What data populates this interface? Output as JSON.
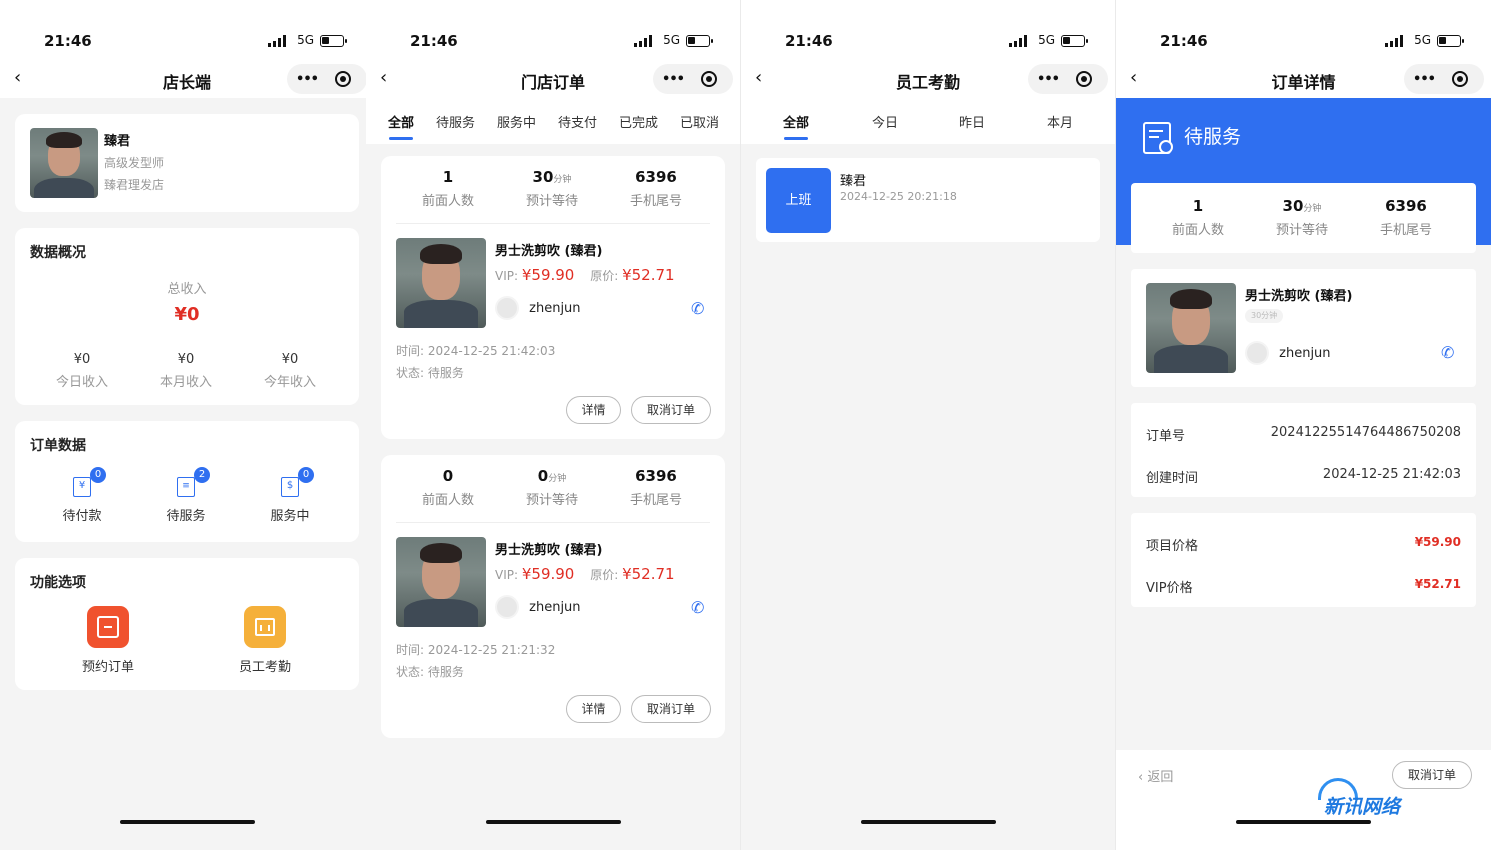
{
  "status": {
    "time": "21:46",
    "network": "5G"
  },
  "screen1": {
    "title": "店长端",
    "profile": {
      "name": "臻君",
      "role": "高级发型师",
      "shop": "臻君理发店"
    },
    "overview": {
      "title": "数据概况",
      "total_label": "总收入",
      "total_value": "¥0",
      "items": [
        {
          "value": "¥0",
          "label": "今日收入"
        },
        {
          "value": "¥0",
          "label": "本月收入"
        },
        {
          "value": "¥0",
          "label": "今年收入"
        }
      ]
    },
    "orders": {
      "title": "订单数据",
      "items": [
        {
          "label": "待付款",
          "badge": "0"
        },
        {
          "label": "待服务",
          "badge": "2"
        },
        {
          "label": "服务中",
          "badge": "0"
        }
      ]
    },
    "functions": {
      "title": "功能选项",
      "items": [
        {
          "label": "预约订单",
          "color": "#f0522e"
        },
        {
          "label": "员工考勤",
          "color": "#f5b03a"
        }
      ]
    }
  },
  "screen2": {
    "title": "门店订单",
    "tabs": [
      "全部",
      "待服务",
      "服务中",
      "待支付",
      "已完成",
      "已取消"
    ],
    "orders": [
      {
        "ahead": "1",
        "ahead_label": "前面人数",
        "wait": "30",
        "wait_unit": "分钟",
        "wait_label": "预计等待",
        "phone_tail": "6396",
        "phone_label": "手机尾号",
        "service": "男士洗剪吹 (臻君)",
        "vip_label": "VIP:",
        "vip_price": "¥59.90",
        "orig_label": "原价:",
        "orig_price": "¥52.71",
        "user": "zhenjun",
        "time_label": "时间:",
        "time": "2024-12-25 21:42:03",
        "status_label": "状态:",
        "status": "待服务",
        "detail_btn": "详情",
        "cancel_btn": "取消订单"
      },
      {
        "ahead": "0",
        "ahead_label": "前面人数",
        "wait": "0",
        "wait_unit": "分钟",
        "wait_label": "预计等待",
        "phone_tail": "6396",
        "phone_label": "手机尾号",
        "service": "男士洗剪吹 (臻君)",
        "vip_label": "VIP:",
        "vip_price": "¥59.90",
        "orig_label": "原价:",
        "orig_price": "¥52.71",
        "user": "zhenjun",
        "time_label": "时间:",
        "time": "2024-12-25 21:21:32",
        "status_label": "状态:",
        "status": "待服务",
        "detail_btn": "详情",
        "cancel_btn": "取消订单"
      }
    ]
  },
  "screen3": {
    "title": "员工考勤",
    "tabs": [
      "全部",
      "今日",
      "昨日",
      "本月"
    ],
    "record": {
      "badge": "上班",
      "name": "臻君",
      "time": "2024-12-25 20:21:18"
    }
  },
  "screen4": {
    "title": "订单详情",
    "banner": "待服务",
    "stats": {
      "ahead": "1",
      "ahead_label": "前面人数",
      "wait": "30",
      "wait_unit": "分钟",
      "wait_label": "预计等待",
      "phone_tail": "6396",
      "phone_label": "手机尾号"
    },
    "service": "男士洗剪吹 (臻君)",
    "duration_tag": "30分钟",
    "user": "zhenjun",
    "order_no_label": "订单号",
    "order_no": "20241225514764486750208",
    "created_label": "创建时间",
    "created": "2024-12-25 21:42:03",
    "price_label": "项目价格",
    "price": "¥59.90",
    "vip_label": "VIP价格",
    "vip_price": "¥52.71",
    "back_label": "返回",
    "cancel_btn": "取消订单",
    "watermark": "新讯网络"
  },
  "colors": {
    "accent": "#2f6ff0",
    "price": "#e02e24"
  }
}
